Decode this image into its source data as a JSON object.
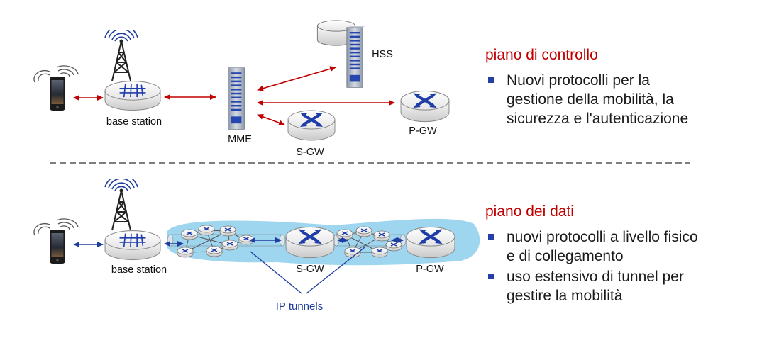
{
  "labels": {
    "base_station_top": "base station",
    "mme": "MME",
    "hss": "HSS",
    "sgw_top": "S-GW",
    "pgw_top": "P-GW",
    "base_station_bottom": "base station",
    "sgw_bottom": "S-GW",
    "pgw_bottom": "P-GW",
    "ip_tunnels": "IP tunnels"
  },
  "control_plane": {
    "heading": "piano di controllo",
    "bullets": [
      "Nuovi protocolli per la\ngestione della mobilità, la\nsicurezza e l'autenticazione"
    ]
  },
  "data_plane": {
    "heading": "piano dei dati",
    "bullets": [
      "nuovi protocolli a livello fisico\ne di collegamento",
      "uso estensivo di tunnel per\ngestire la mobilità"
    ]
  },
  "colors": {
    "control_arrow": "#c00000",
    "data_arrow": "#1f3d9e",
    "tunnel_highlight": "#9fd6ef",
    "heading": "#c00000",
    "bullet": "#2440a8"
  }
}
